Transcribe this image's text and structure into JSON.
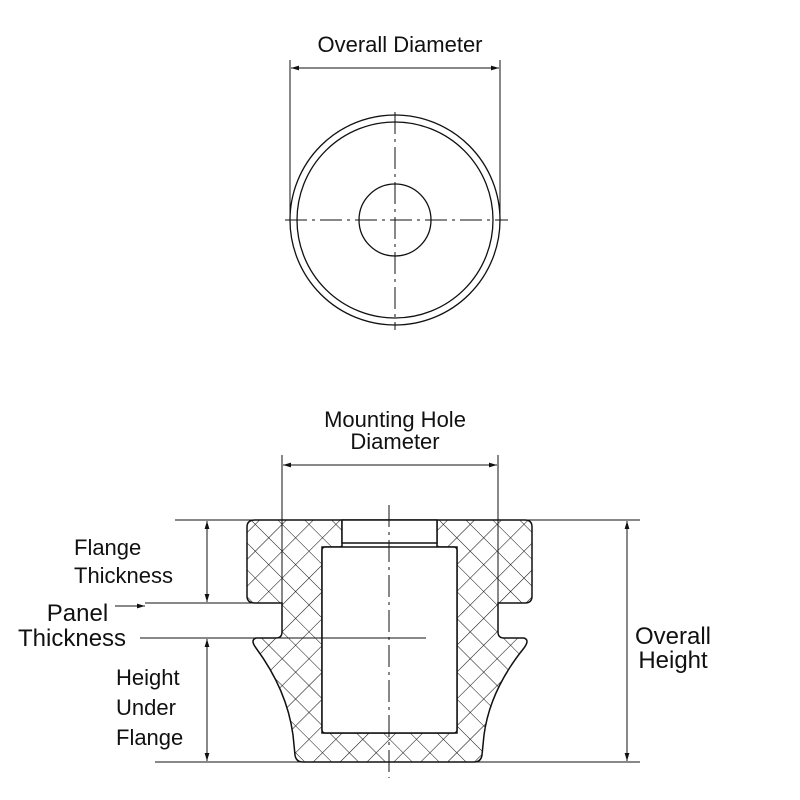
{
  "top_view": {
    "dimension_label": "Overall Diameter"
  },
  "section_view": {
    "mounting_hole_label_line1": "Mounting Hole",
    "mounting_hole_label_line2": "Diameter",
    "flange_thickness_line1": "Flange",
    "flange_thickness_line2": "Thickness",
    "panel_thickness_line1": "Panel",
    "panel_thickness_line2": "Thickness",
    "height_under_flange_line1": "Height",
    "height_under_flange_line2": "Under",
    "height_under_flange_line3": "Flange",
    "overall_height_line1": "Overall",
    "overall_height_line2": "Height"
  },
  "colors": {
    "line": "#111111",
    "background": "#ffffff"
  }
}
